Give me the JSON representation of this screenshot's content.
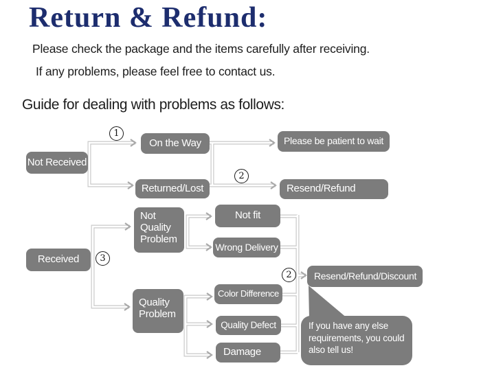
{
  "header": {
    "title": "Return & Refund:",
    "line1": "Please check the package and the items carefully after receiving.",
    "line2": "If any problems, please feel free to contact us.",
    "guide": "Guide for dealing with problems as follows:"
  },
  "colors": {
    "title_navy": "#1d2d6e",
    "box_gray": "#7c7c7c",
    "box_text": "#ffffff",
    "connector_gray": "#c9c9c9"
  },
  "flowchart": {
    "nodes": {
      "not_received": "Not Received",
      "on_the_way": "On the Way",
      "returned_lost": "Returned/Lost",
      "be_patient": "Please be patient to wait",
      "resend_refund": "Resend/Refund",
      "received": "Received",
      "not_quality_problem": "Not Quality Problem",
      "not_fit": "Not fit",
      "wrong_delivery": "Wrong Delivery",
      "quality_problem": "Quality Problem",
      "color_difference": "Color Difference",
      "quality_defect": "Quality Defect",
      "damage": "Damage",
      "resend_refund_discount": "Resend/Refund/Discount"
    },
    "markers": {
      "step1": "1",
      "step2_top": "2",
      "step3": "3",
      "step2_bottom": "2"
    },
    "note_bubble": "If you have any else requirements, you could also tell us!"
  }
}
